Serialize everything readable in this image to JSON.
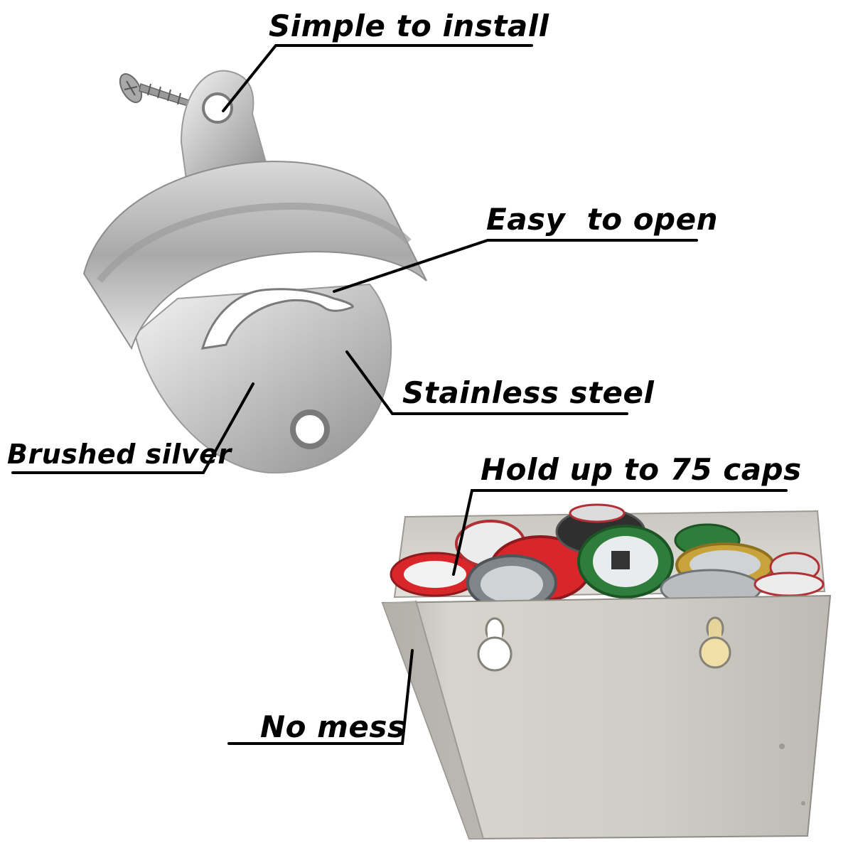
{
  "labels": {
    "install": "Simple to install",
    "open": "Easy  to open",
    "steel": "Stainless steel",
    "silver": "Brushed silver",
    "caps": "Hold up to 75 caps",
    "mess": "No mess"
  },
  "colors": {
    "ink": "#000000",
    "steel_light": "#e9e9e9",
    "steel_mid": "#bdbdbd",
    "steel_dark": "#8e8e8e",
    "cap_red": "#d8262b",
    "cap_green": "#2f7d3a",
    "cap_gold": "#c8a23a",
    "cap_silver": "#cfd3d6"
  },
  "icons": [
    "screw-icon",
    "bottle-opener-icon",
    "cap-catcher-box-icon",
    "bottle-cap-icon"
  ]
}
